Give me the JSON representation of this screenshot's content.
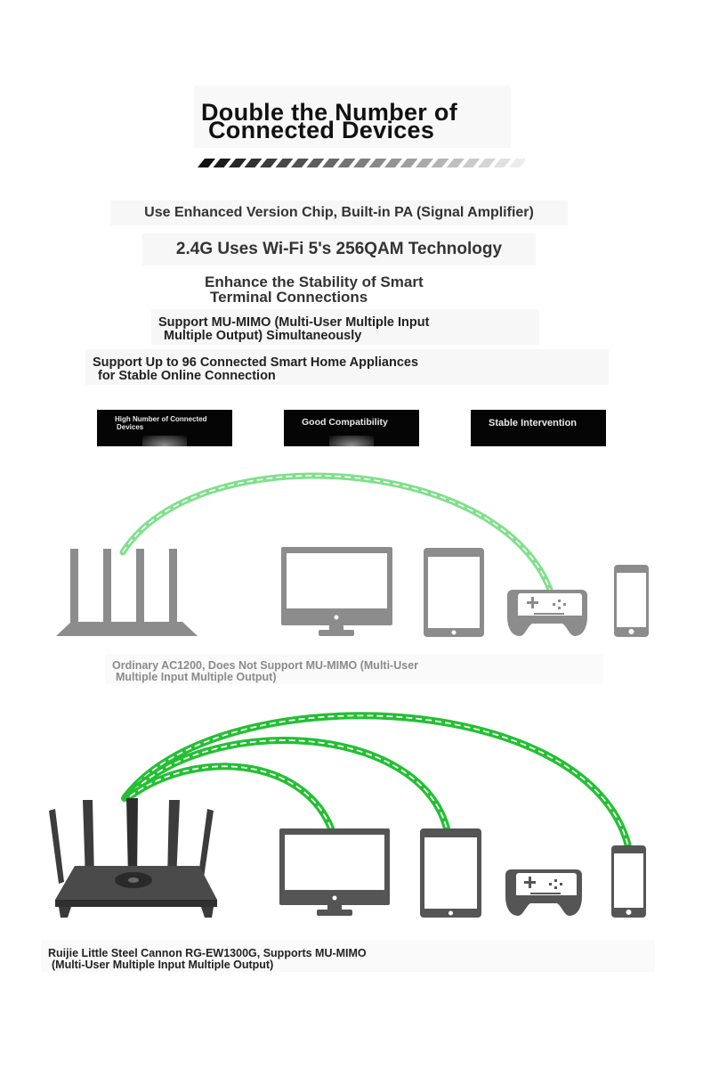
{
  "heading": {
    "line1": "Double the Number of",
    "line2": "Connected Devices"
  },
  "features": {
    "chip": "Use Enhanced Version Chip, Built-in PA (Signal Amplifier)",
    "qam": "2.4G Uses Wi-Fi 5's 256QAM Technology",
    "stability_line1": "Enhance the Stability of Smart",
    "stability_line2": "Terminal Connections",
    "mumimo_line1": "Support MU-MIMO (Multi-User Multiple Input",
    "mumimo_line2": "Multiple Output) Simultaneously",
    "appliances_line1": "Support Up to 96 Connected Smart Home Appliances",
    "appliances_line2": "for Stable Online Connection"
  },
  "tags": {
    "devices_line1": "High Number of Connected",
    "devices_line2": "Devices",
    "compatibility": "Good Compatibility",
    "intervention": "Stable Intervention"
  },
  "comparison": {
    "ordinary": {
      "caption_line1": "Ordinary AC1200, Does Not Support MU-MIMO (Multi-User",
      "caption_line2": "Multiple Input Multiple Output)",
      "devices": [
        "router-icon",
        "monitor-icon",
        "tablet-icon",
        "gamepad-icon",
        "phone-icon"
      ],
      "color": "#8c8c8c",
      "link_color": "#7fe08a"
    },
    "ruijie": {
      "caption_line1": "Ruijie Little Steel Cannon RG-EW1300G, Supports MU-MIMO",
      "caption_line2": "(Multi-User Multiple Input Multiple Output)",
      "devices": [
        "router-icon",
        "monitor-icon",
        "tablet-icon",
        "gamepad-icon",
        "phone-icon"
      ],
      "color": "#555555",
      "link_color": "#22c032"
    }
  }
}
